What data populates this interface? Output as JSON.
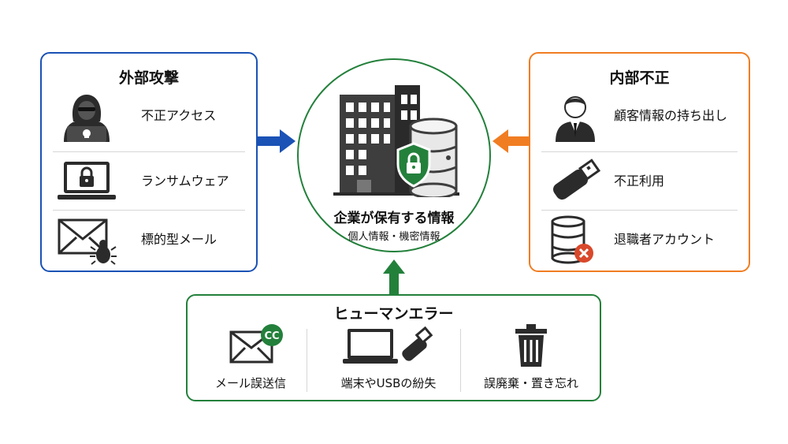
{
  "external": {
    "title": "外部攻撃",
    "items": [
      {
        "label": "不正アクセス",
        "icon": "hacker-icon"
      },
      {
        "label": "ランサムウェア",
        "icon": "locked-laptop-icon"
      },
      {
        "label": "標的型メール",
        "icon": "malicious-email-icon"
      }
    ]
  },
  "internal": {
    "title": "内部不正",
    "items": [
      {
        "label": "顧客情報の持ち出し",
        "icon": "employee-icon"
      },
      {
        "label": "不正利用",
        "icon": "usb-drive-icon"
      },
      {
        "label": "退職者アカウント",
        "icon": "database-error-icon"
      }
    ]
  },
  "center": {
    "title": "企業が保有する情報",
    "subtitle": "個人情報・機密情報"
  },
  "human_error": {
    "title": "ヒューマンエラー",
    "items": [
      {
        "label": "メール誤送信",
        "icon": "email-cc-icon",
        "badge": "CC"
      },
      {
        "label": "端末やUSBの紛失",
        "icon": "laptop-usb-icon"
      },
      {
        "label": "誤廃棄・置き忘れ",
        "icon": "trash-icon"
      }
    ]
  },
  "colors": {
    "external": "#1a52b5",
    "internal": "#f07d22",
    "human_error": "#23803b",
    "building": "#3e3e3e",
    "error_badge": "#d9482b"
  }
}
